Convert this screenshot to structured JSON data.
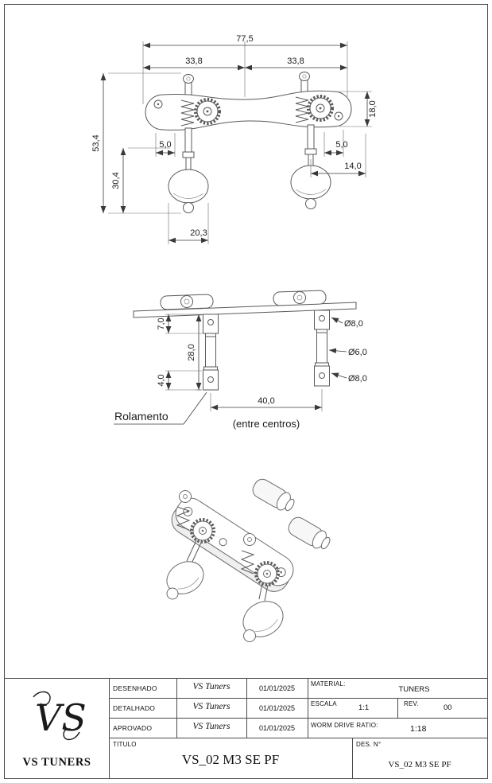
{
  "drawing": {
    "top_view": {
      "dim_overall_width": "77,5",
      "dim_span_left": "33,8",
      "dim_span_right": "33,8",
      "dim_plate_height": "18,0",
      "dim_total_height": "53,4",
      "dim_button_drop": "30,4",
      "dim_offset_left": "5,0",
      "dim_offset_right": "5,0",
      "dim_hole_offset": "14,0",
      "dim_button_width": "20,3"
    },
    "side_view": {
      "dim_knob_height": "7,0",
      "dim_post_length": "28,0",
      "dim_bearing_height": "4,0",
      "dia_top": "Ø8,0",
      "dia_shaft": "Ø6,0",
      "dia_bearing": "Ø8,0",
      "dim_center_distance": "40,0",
      "label_bearing": "Rolamento",
      "label_between_centers": "(entre centros)"
    }
  },
  "title_block": {
    "logo": {
      "monogram": "VS",
      "name": "VS TUNERS"
    },
    "rows": [
      {
        "label": "DESENHADO",
        "value": "VS Tuners",
        "date": "01/01/2025"
      },
      {
        "label": "DETALHADO",
        "value": "VS Tuners",
        "date": "01/01/2025"
      },
      {
        "label": "APROVADO",
        "value": "VS Tuners",
        "date": "01/01/2025"
      }
    ],
    "material": {
      "label": "MATERIAL:",
      "value": "TUNERS"
    },
    "escala": {
      "label": "ESCALA",
      "value": "1:1"
    },
    "rev": {
      "label": "REV.",
      "value": "00"
    },
    "worm": {
      "label": "WORM DRIVE RATIO:",
      "value": "1:18"
    },
    "titulo": {
      "label": "TITULO",
      "value": "VS_02 M3 SE PF"
    },
    "des": {
      "label": "DES. N°",
      "value": "VS_02 M3 SE PF"
    }
  }
}
